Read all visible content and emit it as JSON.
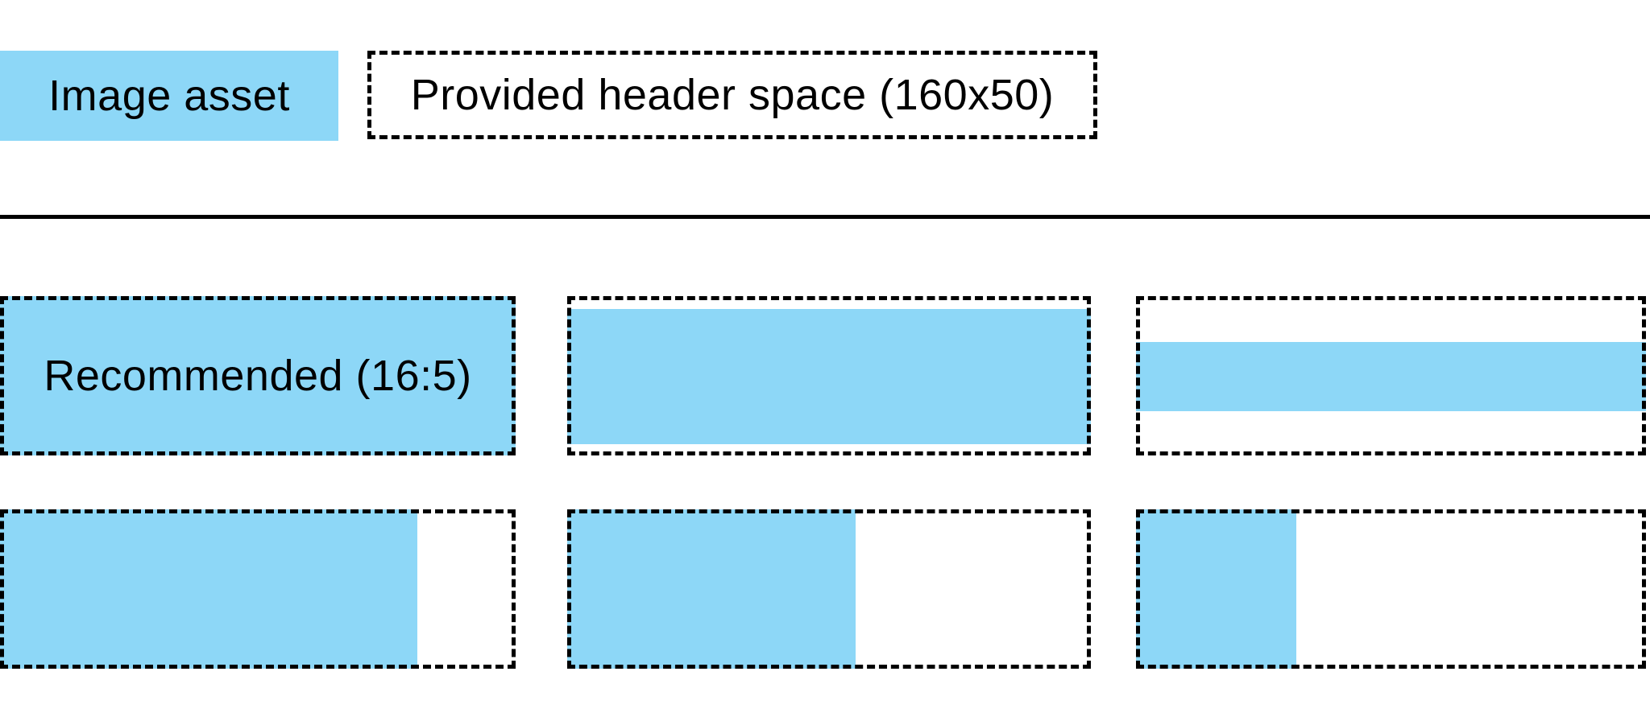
{
  "palette": {
    "asset_blue": "#8DD7F7",
    "line_black": "#000000",
    "background_white": "#FFFFFF"
  },
  "legend": {
    "image_asset_label": "Image asset",
    "header_space_label": "Provided header space (160x50)",
    "header_space_size": "160x50"
  },
  "grid": {
    "recommended_ratio": "16:5",
    "cells": [
      {
        "id": "recommended-16-5",
        "label": "Recommended (16:5)",
        "fill": {
          "left_pct": 0,
          "top_pct": 0,
          "width_pct": 100,
          "height_pct": 100
        }
      },
      {
        "id": "wide-image-letterboxed",
        "label": "",
        "fill": {
          "left_pct": 0,
          "top_pct": 8,
          "width_pct": 100,
          "height_pct": 85
        }
      },
      {
        "id": "wider-image-letterboxed",
        "label": "",
        "fill": {
          "left_pct": 0,
          "top_pct": 29,
          "width_pct": 100,
          "height_pct": 43
        }
      },
      {
        "id": "tall-image-pillarboxed-large",
        "label": "",
        "fill": {
          "left_pct": 0,
          "top_pct": 0,
          "width_pct": 81,
          "height_pct": 100
        }
      },
      {
        "id": "tall-image-pillarboxed-medium",
        "label": "",
        "fill": {
          "left_pct": 0,
          "top_pct": 0,
          "width_pct": 55,
          "height_pct": 100
        }
      },
      {
        "id": "tall-image-pillarboxed-small",
        "label": "",
        "fill": {
          "left_pct": 0,
          "top_pct": 0,
          "width_pct": 31.5,
          "height_pct": 100
        }
      }
    ]
  }
}
